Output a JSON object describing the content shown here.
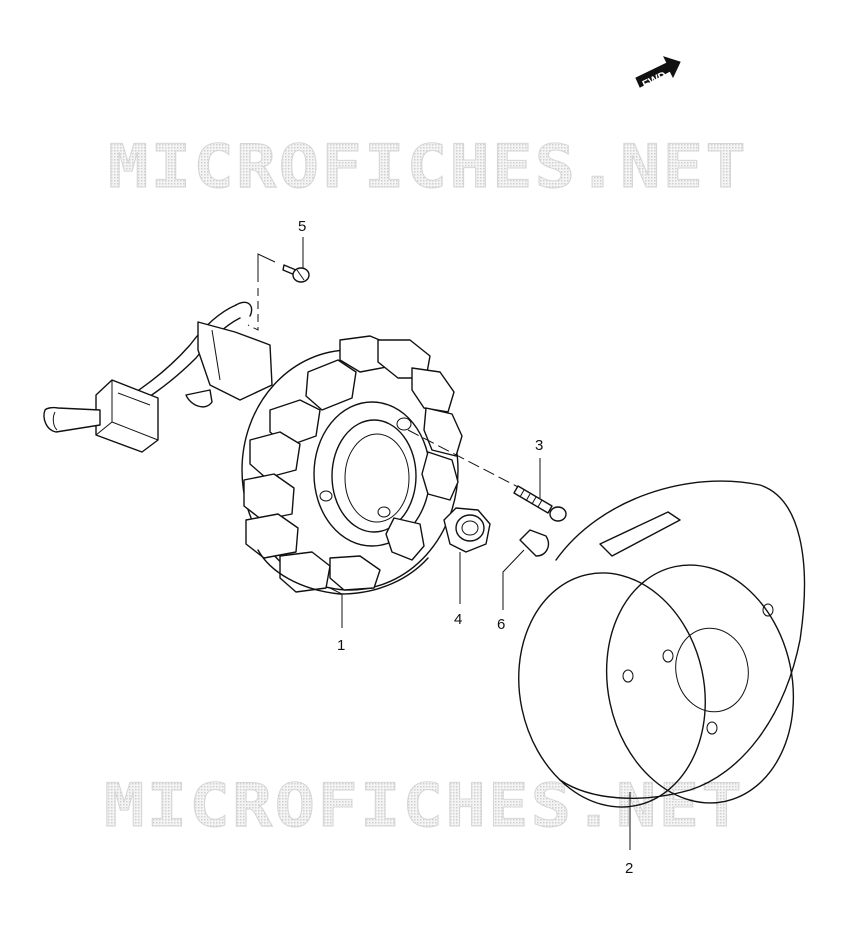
{
  "watermark": {
    "text": "MICROFICHES.NET"
  },
  "direction_badge": {
    "text": "FWD"
  },
  "callouts": [
    {
      "id": "1",
      "label": "1"
    },
    {
      "id": "2",
      "label": "2"
    },
    {
      "id": "3",
      "label": "3"
    },
    {
      "id": "4",
      "label": "4"
    },
    {
      "id": "5",
      "label": "5"
    },
    {
      "id": "6",
      "label": "6"
    }
  ]
}
